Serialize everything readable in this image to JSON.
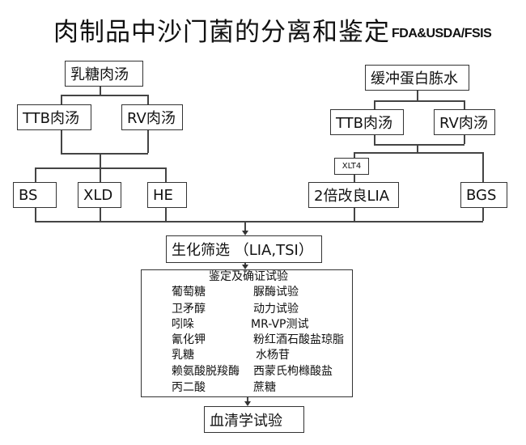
{
  "title": "肉制品中沙门菌的分离和鉴定",
  "subtitle": "FDA&USDA/FSIS",
  "left_branch": {
    "pre_enrichment": "乳糖肉汤",
    "enrichment": [
      "TTB肉汤",
      "RV肉汤"
    ],
    "plates": [
      "BS",
      "XLD",
      "HE"
    ]
  },
  "right_branch": {
    "pre_enrichment": "缓冲蛋白胨水",
    "enrichment": [
      "TTB肉汤",
      "RV肉汤"
    ],
    "intermediate": "XLT4",
    "plates": [
      "2倍改良LIA",
      "BGS"
    ]
  },
  "screening": "生化筛选 （LIA,TSI）",
  "identification": {
    "title": "鉴定及确证试验",
    "left_column": [
      "葡萄糖",
      "卫矛醇",
      "吲哚",
      "氰化钾",
      "乳糖",
      "赖氨酸脱羧酶",
      "丙二酸"
    ],
    "right_column": [
      "脲酶试验",
      "动力试验",
      "MR-VP测试",
      "粉红酒石酸盐琼脂",
      "水杨苷",
      "西蒙氏枸橼酸盐",
      "蔗糖"
    ]
  },
  "serology": "血清学试验"
}
